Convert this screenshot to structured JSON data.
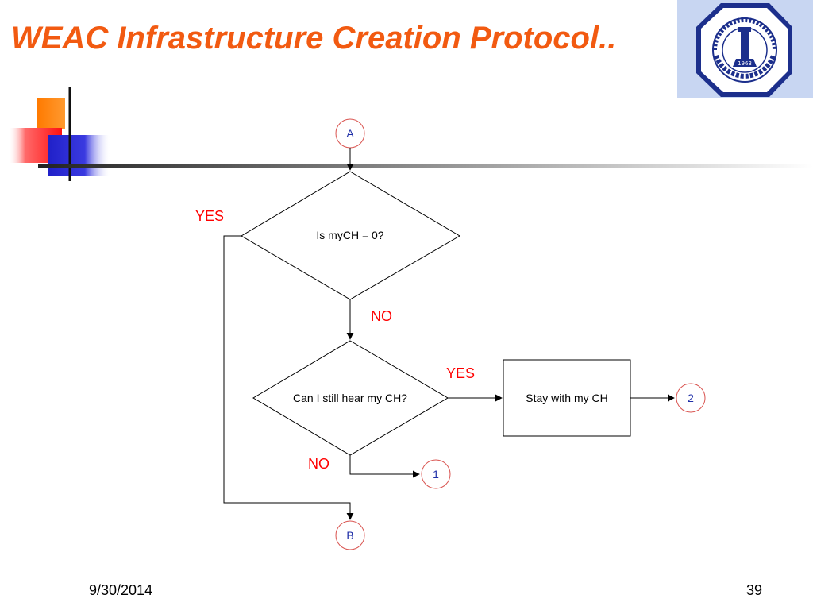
{
  "slide": {
    "title": "WEAC Infrastructure Creation Protocol..",
    "date": "9/30/2014",
    "page_number": "39"
  },
  "logo": {
    "icon": "university-seal-icon",
    "arabic_text": "جامعة الملك فهد للبترول والمعادن",
    "english_text": "KING FAHD UNIVERSITY OF PETROLEUM & MINERALS",
    "year": "1963"
  },
  "flowchart": {
    "connector_a": "A",
    "connector_b": "B",
    "connector_1": "1",
    "connector_2": "2",
    "decision_1": "Is myCH = 0?",
    "decision_2": "Can I still hear my CH?",
    "process_1": "Stay with my CH",
    "label_yes_1": "YES",
    "label_no_1": "NO",
    "label_yes_2": "YES",
    "label_no_2": "NO"
  },
  "colors": {
    "title": "#f25a11",
    "branch_label": "#ff0000",
    "connector_border": "#d9534f",
    "connector_text": "#1f2fa8",
    "accent_orange": "#ff7a00",
    "accent_red": "#ff2020",
    "accent_blue": "#2a2ad6"
  }
}
